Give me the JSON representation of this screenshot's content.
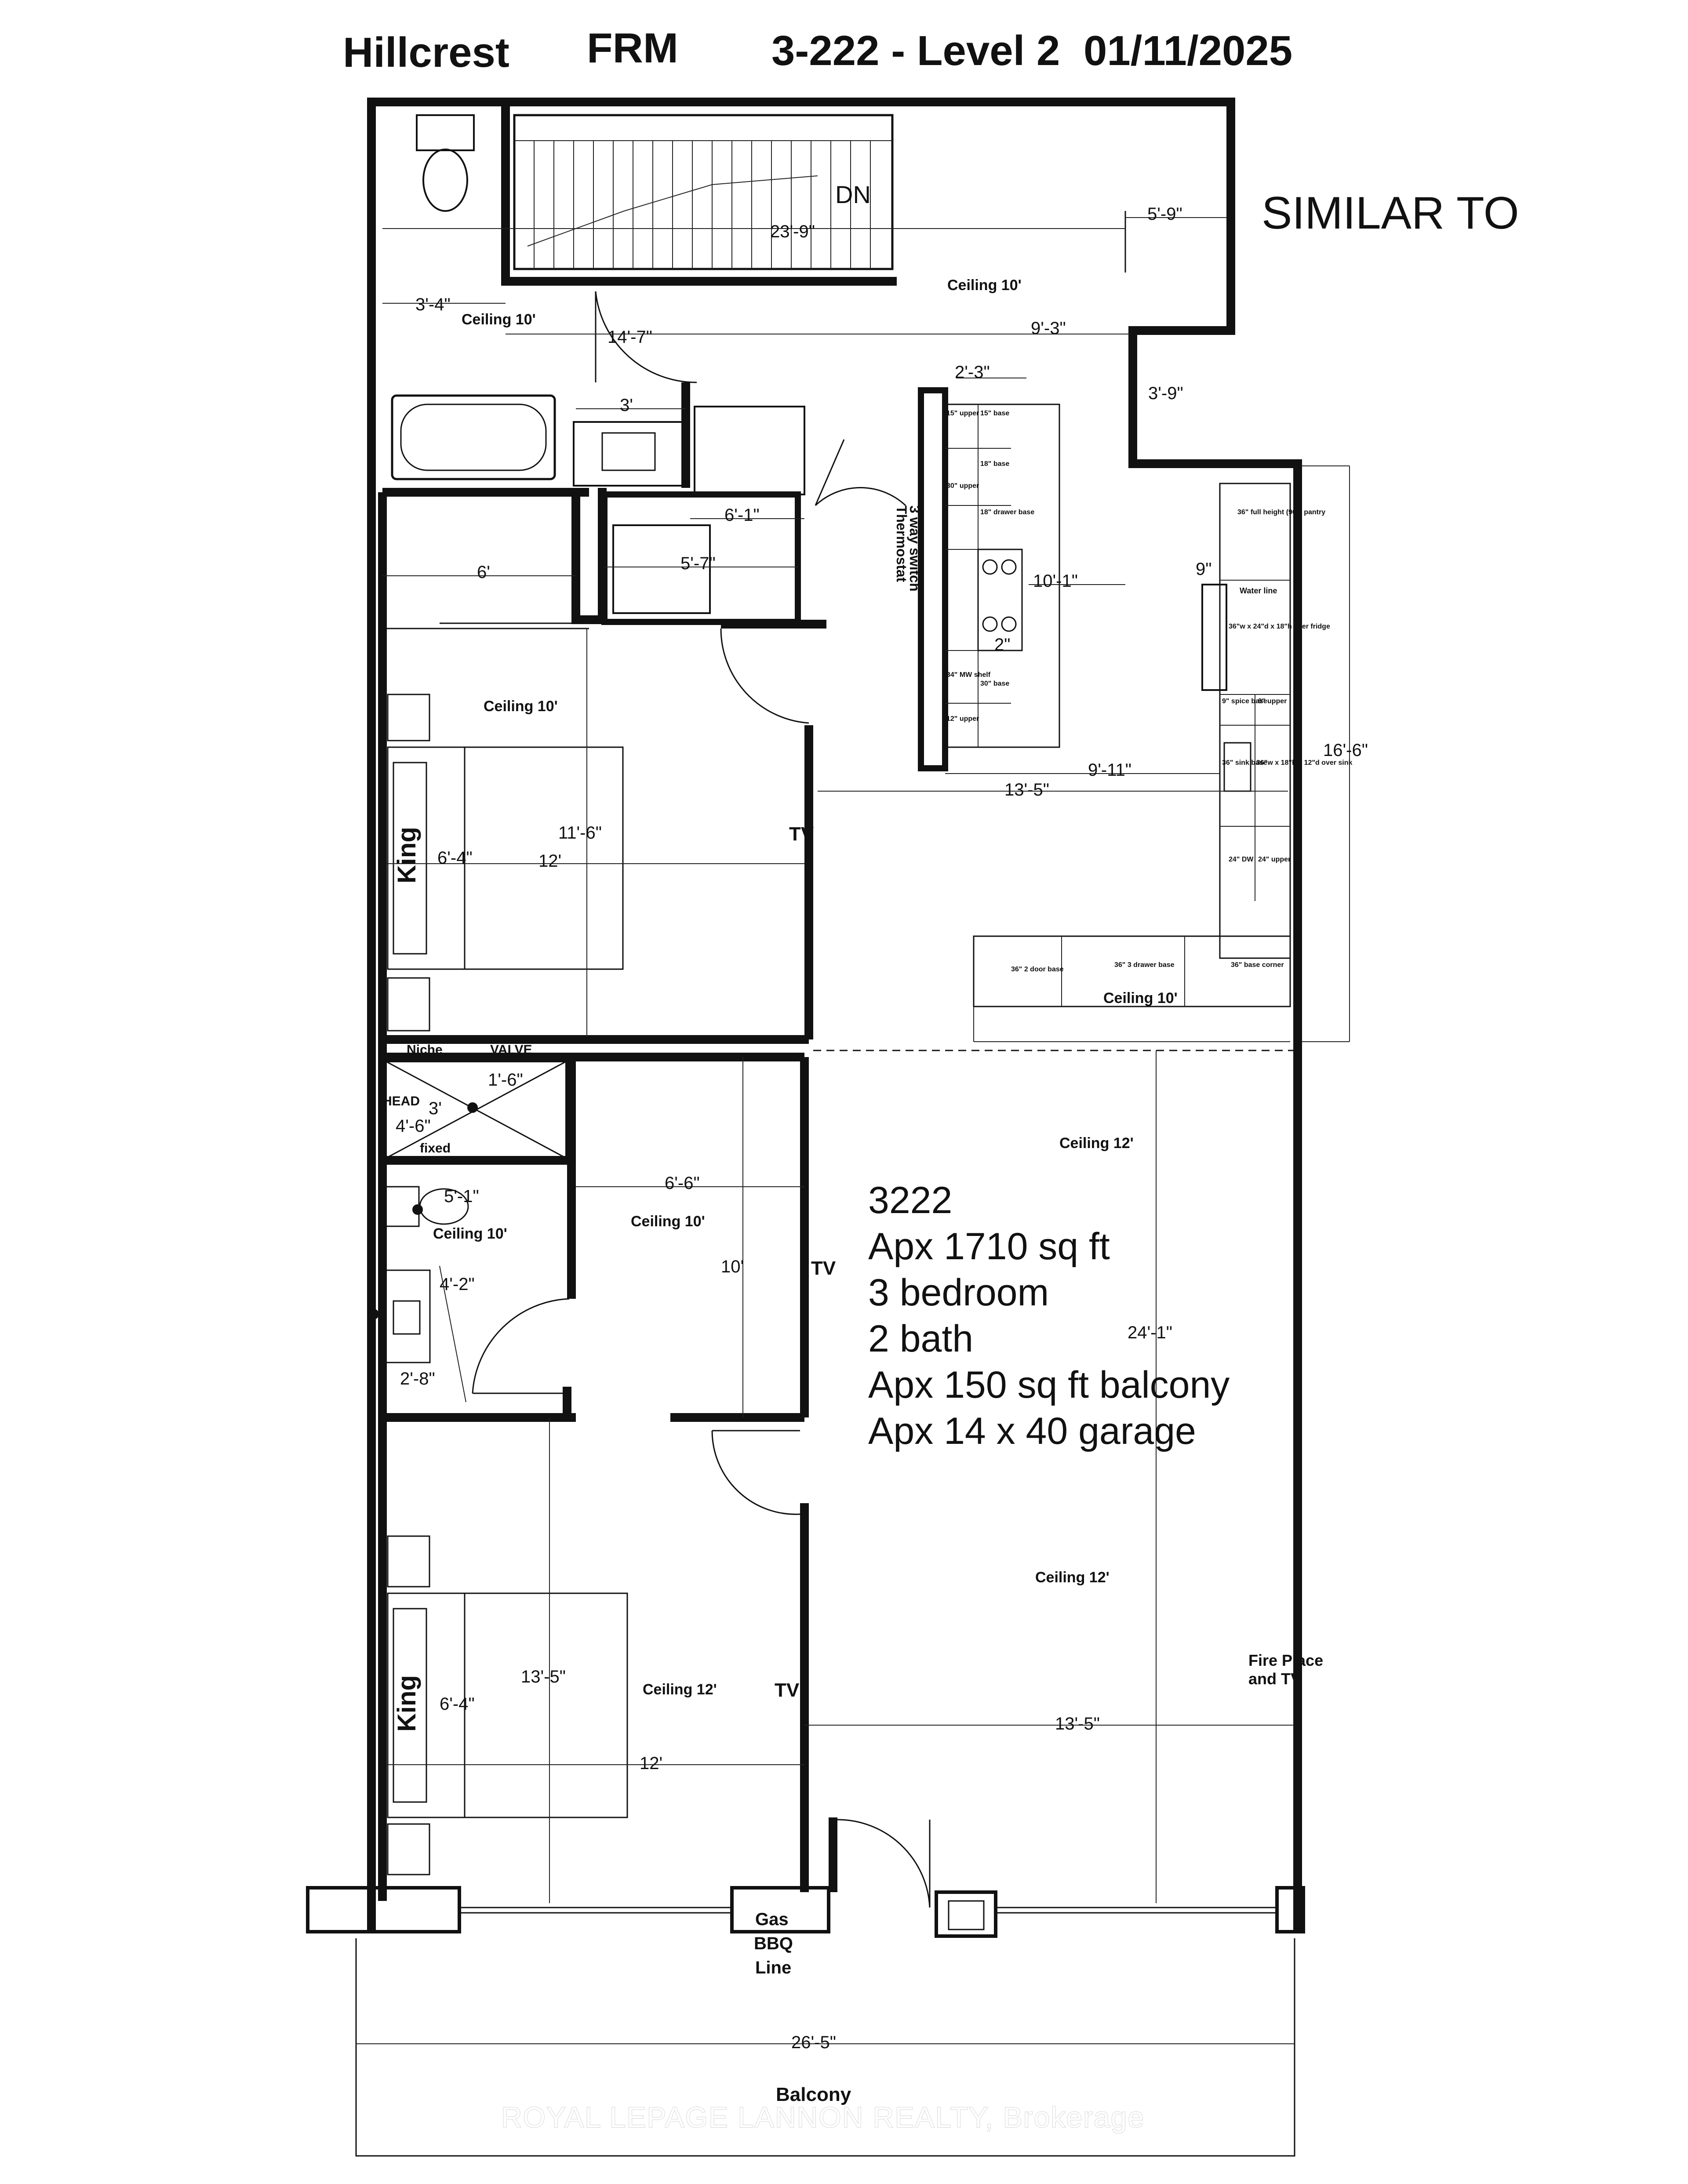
{
  "header": {
    "building": "Hillcrest",
    "code": "FRM",
    "unit_level": "3-222 - Level 2",
    "date": "01/11/2025",
    "note": "SIMILAR TO"
  },
  "labels": {
    "stair": "DN",
    "tv": "TV",
    "king": "King",
    "thermostat": "Thermostat",
    "switch": "3 way switch",
    "niche": "Niche",
    "valve": "VALVE",
    "head": "HEAD",
    "fixed": "fixed",
    "water_line": "Water line",
    "fireplace_1": "Fire Place",
    "fireplace_2": "and TV",
    "gas_1": "Gas",
    "gas_2": "BBQ",
    "gas_3": "Line",
    "balcony": "Balcony"
  },
  "ceilings": {
    "c10": "Ceiling 10'",
    "c12": "Ceiling 12'"
  },
  "dimensions": {
    "d_23_9": "23'-9\"",
    "d_5_9": "5'-9\"",
    "d_3_4": "3'-4\"",
    "d_14_7": "14'-7\"",
    "d_9_3": "9'-3\"",
    "d_2_3": "2'-3\"",
    "d_3_9": "3'-9\"",
    "d_3": "3'",
    "d_6_1": "6'-1\"",
    "d_6": "6'",
    "d_5_7": "5'-7\"",
    "d_10_1": "10'-1\"",
    "d_9": "9\"",
    "d_2": "2\"",
    "d_9_11": "9'-11\"",
    "d_16_6": "16'-6\"",
    "d_13_5": "13'-5\"",
    "d_11_6": "11'-6\"",
    "d_6_4": "6'-4\"",
    "d_12": "12'",
    "d_1_6": "1'-6\"",
    "d_3b": "3'",
    "d_4_6": "4'-6\"",
    "d_5_1": "5'-1\"",
    "d_6_6": "6'-6\"",
    "d_10": "10'",
    "d_4_2": "4'-2\"",
    "d_2_8": "2'-8\"",
    "d_24_1": "24'-1\"",
    "d_13_5b": "13'-5\"",
    "d_26_5": "26'-5\""
  },
  "cabinets": {
    "c1": "15\" upper",
    "c2": "15\" base",
    "c3": "18\" base",
    "c4": "30\" upper",
    "c5": "18\" drawer base",
    "c6": "34\" MW shelf",
    "c7": "30\" base",
    "c8": "12\" upper",
    "p1": "36\" full height (96\") pantry",
    "p2": "36\"w x 24\"d x 18\"h over fridge",
    "p3": "9\" spice base",
    "p4": "9\" upper",
    "p5": "36\" sink base",
    "p6": "36\"w x 18\"h x 12\"d over sink",
    "p7": "24\" DW",
    "p8": "24\" upper",
    "b1": "36\" 2 door base",
    "b2": "36\" 3 drawer base",
    "b3": "36\" base corner"
  },
  "unit_info": {
    "line1": "3222",
    "line2": "Apx 1710 sq ft",
    "line3": "3 bedroom",
    "line4": "2 bath",
    "line5": "Apx 150 sq ft balcony",
    "line6": "Apx 14 x 40 garage"
  },
  "watermark": "ROYAL LEPAGE LANNON REALTY, Brokerage"
}
